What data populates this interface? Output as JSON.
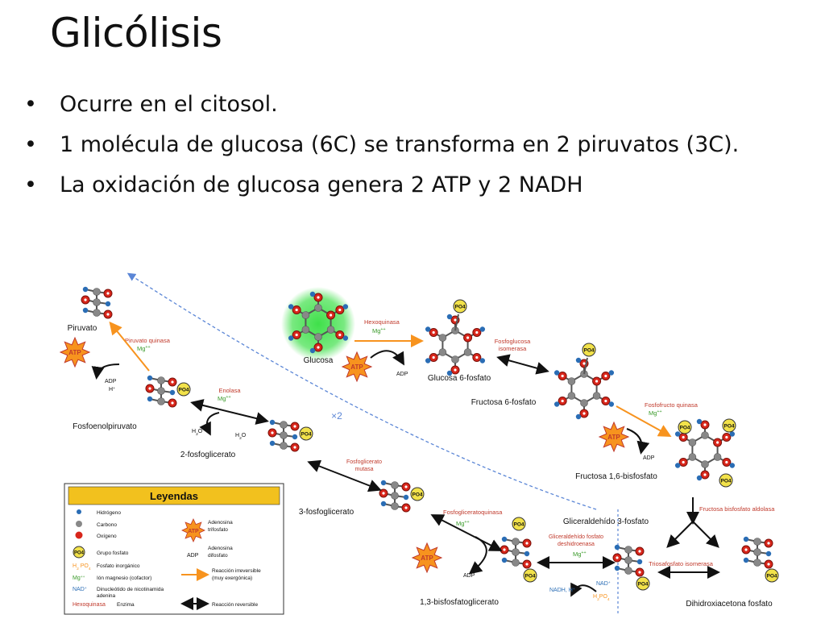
{
  "slide": {
    "title": "Glicólisis",
    "bullets": [
      "Ocurre en el citosol.",
      "1 molécula de glucosa (6C) se transforma en 2 piruvatos (3C).",
      "La oxidación de glucosa genera 2 ATP y 2 NADH"
    ],
    "bullet_symbol": "•"
  },
  "diagram": {
    "molecules": {
      "glucosa": "Glucosa",
      "glucosa_6p": "Glucosa 6-fosfato",
      "fructosa_6p": "Fructosa 6-fosfato",
      "fructosa_16bp": "Fructosa 1,6-bisfosfato",
      "gliceraldehido_3p": "Gliceraldehído 3-fosfato",
      "dihidroxiacetona": "Dihidroxiacetona fosfato",
      "bisfosfoglicerato": "1,3-bisfosfatoglicerato",
      "fosfoglicerato_3": "3-fosfoglicerato",
      "fosfoglicerato_2": "2-fosfoglicerato",
      "fosfoenolpiruvato": "Fosfoenolpiruvato",
      "piruvato": "Piruvato"
    },
    "enzymes": {
      "hexoquinasa": "Hexoquinasa",
      "fosfoglucosa": [
        "Fosfoglucosa",
        "isomerasa"
      ],
      "fosfofructo": "Fosfofructo quinasa",
      "aldolasa": "Fructosa bisfosfato aldolasa",
      "triosafosfato": "Triosafosfato isomerasa",
      "gliceraldehido_dh": [
        "Gliceraldehído fosfato",
        "deshidroenasa"
      ],
      "fosfogliceratoquinasa": "Fosfogliceratoquinasa",
      "fosfoglicerato_mutasa": [
        "Fosfoglicerato",
        "mutasa"
      ],
      "enolasa": "Enolasa",
      "piruvato_quinasa": "Piruvato quinasa"
    },
    "cofactors": {
      "mg": "Mg",
      "charge": "++",
      "atp": "ATP",
      "adp": "ADP",
      "h_plus": "H",
      "plus": "+",
      "h2o_h": "H",
      "h2o_sub": "2",
      "h2o_o": "O",
      "nadh": "NADH, H",
      "nad": "NAD",
      "h2po4": "H",
      "h2po4_2": "2",
      "h2po4_po": "PO",
      "h2po4_4": "4",
      "po4": "PO4",
      "times_two": "×2"
    },
    "legend": {
      "title": "Leyendas",
      "items": [
        {
          "symbol": "H",
          "label": "Hidrógeno"
        },
        {
          "symbol": "",
          "label": "Carbono"
        },
        {
          "symbol": "O",
          "label": "Oxígeno"
        },
        {
          "symbol": "PO4",
          "label": "Grupo fosfato"
        },
        {
          "symbol": "H2PO4",
          "label": "Fosfato inorgánico"
        },
        {
          "symbol": "Mg++",
          "label": "Ión magnesio (cofactor)"
        },
        {
          "symbol": "NAD+",
          "label": "Dinucleótido de nicotinamida adenina"
        },
        {
          "symbol": "Hexoquinasa",
          "label": "Enzima"
        }
      ],
      "right_items": [
        {
          "symbol": "ATP",
          "label": [
            "Adenosina",
            "trifosfato"
          ]
        },
        {
          "symbol": "ADP",
          "label": [
            "Adenosina",
            "difosfato"
          ]
        },
        {
          "symbol": "arrow-irreversible",
          "label": [
            "Reacción irreversible",
            "(muy exergónica)"
          ]
        },
        {
          "symbol": "arrow-reversible",
          "label": "Reacción reversible"
        }
      ]
    },
    "colors": {
      "oxygen": "#d8261b",
      "carbon": "#888888",
      "hydrogen": "#2a6db5",
      "phosphate": "#f2e24a",
      "atp": "#f7931e",
      "enzyme": "#c0392b",
      "magnesium": "#3a9a2a",
      "glow": "#3fe04a",
      "legend_header": "#f2c11e",
      "dashed": "#5b86d6"
    }
  }
}
